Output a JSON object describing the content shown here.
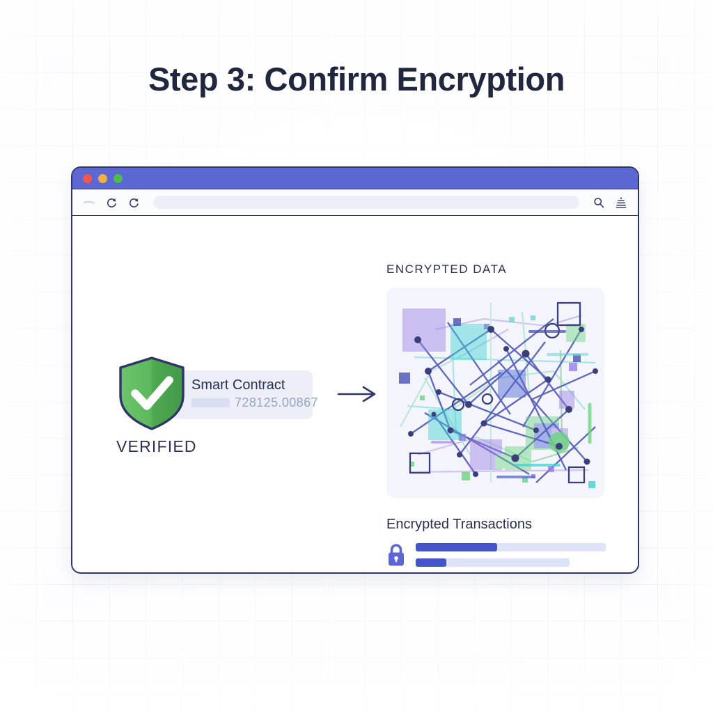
{
  "page": {
    "title": "Step 3: Confirm Encryption",
    "background_color": "#fdfdff",
    "grid_color": "#e9ecf9",
    "text_color": "#222740"
  },
  "browser": {
    "titlebar_color": "#5b68d4",
    "border_color": "#2f3566",
    "traffic_lights": [
      {
        "name": "close",
        "color": "#f3554a"
      },
      {
        "name": "minimize",
        "color": "#efb23f"
      },
      {
        "name": "maximize",
        "color": "#4cbb50"
      }
    ],
    "toolbar": {
      "back_icon": "back-arrow-icon",
      "reload_icon": "reload-icon",
      "reload_alt_icon": "reload-icon",
      "search_icon": "search-icon",
      "menu_icon": "menu-icon",
      "address_value": "",
      "address_placeholder": ""
    }
  },
  "verified": {
    "shield_icon": "shield-check-icon",
    "shield_color_light": "#62bd62",
    "shield_color_dark": "#47a04d",
    "shield_outline": "#2f3566",
    "status_label": "VERIFIED",
    "card": {
      "title": "Smart Contract",
      "value": "728125.00867",
      "placeholder_block": true,
      "background": "#eceff8"
    },
    "arrow_icon": "arrow-right-icon"
  },
  "encrypted": {
    "heading": "ENCRYPTED DATA",
    "graph_name": "network-graph-visualization",
    "graph_background": "#f4f5fc",
    "transactions": {
      "heading": "Encrypted Transactions",
      "lock_icon": "lock-icon",
      "lock_color": "#5b68d4",
      "fill_color": "#4355c8",
      "track_color": "#dee3f7",
      "bars": [
        {
          "name": "primary-progress",
          "track_width_pct": 100,
          "fill_pct": 43
        },
        {
          "name": "secondary-progress",
          "track_width_pct": 81,
          "fill_pct": 20
        }
      ]
    }
  }
}
